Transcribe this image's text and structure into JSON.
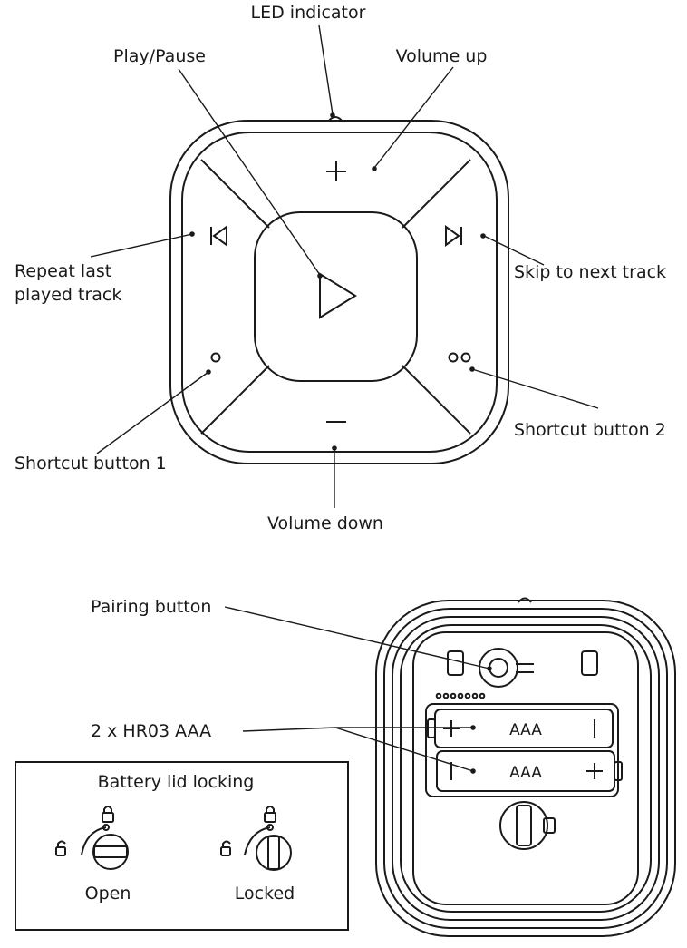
{
  "front": {
    "led_indicator": "LED indicator",
    "play_pause": "Play/Pause",
    "volume_up": "Volume up",
    "repeat_line1": "Repeat last",
    "repeat_line2": "played track",
    "skip_next": "Skip to next track",
    "shortcut_1": "Shortcut button 1",
    "shortcut_2": "Shortcut button 2",
    "volume_down": "Volume down"
  },
  "back": {
    "pairing_button": "Pairing button",
    "batteries": "2 x HR03 AAA",
    "battery_top_label": "AAA",
    "battery_bottom_label": "AAA"
  },
  "lock_box": {
    "title": "Battery lid locking",
    "open": "Open",
    "locked": "Locked"
  }
}
